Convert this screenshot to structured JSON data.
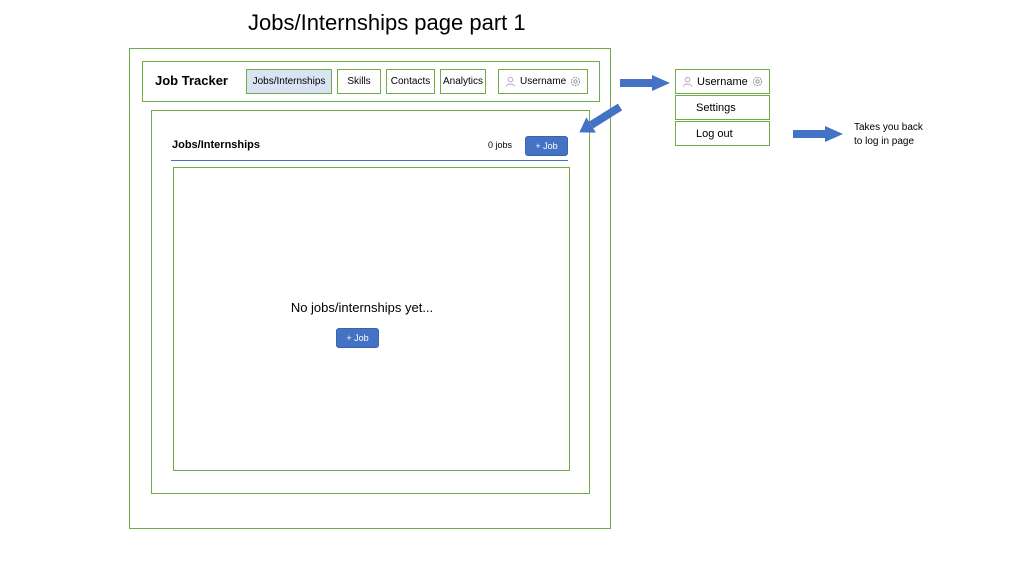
{
  "slide": {
    "title": "Jobs/Internships page part 1"
  },
  "navbar": {
    "brand": "Job Tracker",
    "tabs": [
      {
        "label": "Jobs/Internships",
        "active": true
      },
      {
        "label": "Skills",
        "active": false
      },
      {
        "label": "Contacts",
        "active": false
      },
      {
        "label": "Analytics",
        "active": false
      }
    ],
    "username": "Username"
  },
  "main": {
    "section_title": "Jobs/Internships",
    "job_count": "0 jobs",
    "add_job_label": "+ Job",
    "empty_message": "No jobs/internships yet...",
    "empty_add_label": "+ Job"
  },
  "dropdown": {
    "username": "Username",
    "items": [
      {
        "label": "Settings"
      },
      {
        "label": "Log out"
      }
    ]
  },
  "annotation": {
    "logout_note": "Takes you back to log in page"
  },
  "colors": {
    "border": "#70ad47",
    "accent": "#4472c4",
    "active_tab": "#dae3f3"
  }
}
